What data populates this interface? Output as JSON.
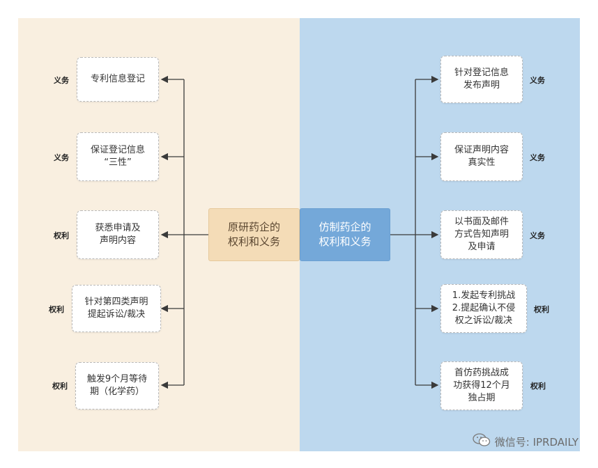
{
  "center": {
    "left": "原研药企的\n权利和义务",
    "right": "仿制药企的\n权利和义务"
  },
  "left_items": [
    {
      "text": "专利信息登记",
      "tag": "义务"
    },
    {
      "text": "保证登记信息\n“三性”",
      "tag": "义务"
    },
    {
      "text": "获悉申请及\n声明内容",
      "tag": "权利"
    },
    {
      "text": "针对第四类声明\n提起诉讼/裁决",
      "tag": "权利"
    },
    {
      "text": "触发9个月等待\n期（化学药）",
      "tag": "权利"
    }
  ],
  "right_items": [
    {
      "text": "针对登记信息\n发布声明",
      "tag": "义务"
    },
    {
      "text": "保证声明内容\n真实性",
      "tag": "义务"
    },
    {
      "text": "以书面及邮件\n方式告知声明\n及申请",
      "tag": "义务"
    },
    {
      "text": "1.发起专利挑战\n2.提起确认不侵\n权之诉讼/裁决",
      "tag": "权利"
    },
    {
      "text": "首仿药挑战成\n功获得12个月\n独占期",
      "tag": "权利"
    }
  ],
  "watermark": {
    "icon": "wechat-icon",
    "text": "微信号: IPRDAILY"
  },
  "colors": {
    "left_panel": "#f9efe0",
    "right_panel": "#bdd8ee",
    "left_center": "#f4dcb7",
    "right_center": "#74a8d9",
    "connector": "#3a3a3a"
  }
}
